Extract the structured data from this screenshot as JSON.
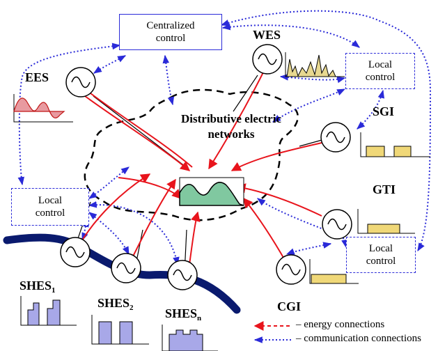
{
  "central_box": {
    "line1": "Centralized",
    "line2": "control"
  },
  "local_control_right_top": {
    "line1": "Local",
    "line2": "control"
  },
  "local_control_left": {
    "line1": "Local",
    "line2": "control"
  },
  "local_control_right_bottom": {
    "line1": "Local",
    "line2": "control"
  },
  "network": {
    "line1": "Distributive electric",
    "line2": "networks"
  },
  "sources": {
    "wes": "WES",
    "ees": "EES",
    "sgi": "SGI",
    "gti": "GTI",
    "cgi": "CGI",
    "shes1": {
      "base": "SHES",
      "sub": "1"
    },
    "shes2": {
      "base": "SHES",
      "sub": "2"
    },
    "shesn": {
      "base": "SHES",
      "sub": "n"
    }
  },
  "legend": {
    "energy": "– energy connections",
    "communication": "– communication connections"
  },
  "colors": {
    "energy": "#e8141c",
    "communication": "#2a2ad8",
    "river": "#0a1a6e",
    "ees_fill": "#e89aa0",
    "wes_fill": "#e8d890",
    "load_fill": "#80c8a0",
    "shes_fill": "#a8a8e8",
    "yellow_fill": "#f0d878"
  }
}
